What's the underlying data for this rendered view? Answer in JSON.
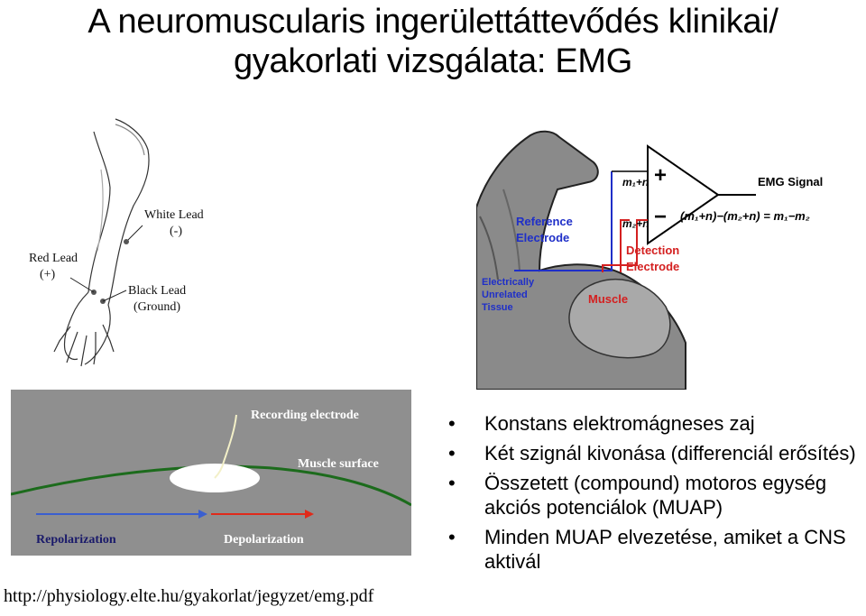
{
  "title": {
    "line1": "A neuromuscularis ingerülettáttevődés klinikai/",
    "line2": "gyakorlati vizsgálata: EMG"
  },
  "arm_figure": {
    "white_lead": "White Lead",
    "white_lead_sign": "(-)",
    "red_lead": "Red Lead",
    "red_lead_sign": "(+)",
    "black_lead": "Black Lead",
    "black_lead_sign": "(Ground)"
  },
  "emg_figure": {
    "emg_signal": "EMG Signal",
    "plus": "+",
    "minus": "−",
    "m1n": "m₁+n",
    "m2n": "m₂+n",
    "formula": "(m₁+n)−(m₂+n) = m₁−m₂",
    "reference_electrode_l1": "Reference",
    "reference_electrode_l2": "Electrode",
    "detection_electrode_l1": "Detection",
    "detection_electrode_l2": "Electrode",
    "muscle": "Muscle",
    "tissue_l1": "Electrically",
    "tissue_l2": "Unrelated",
    "tissue_l3": "Tissue",
    "colors": {
      "blue": "#1f2fc8",
      "red": "#d42020"
    }
  },
  "recording_figure": {
    "recording_electrode": "Recording electrode",
    "muscle_surface": "Muscle surface",
    "repolarization": "Repolarization",
    "depolarization": "Depolarization",
    "colors": {
      "background": "#8f8f8f",
      "repol_arrow": "#3a5fd0",
      "depol_arrow": "#e02a1a"
    }
  },
  "source_url": "http://physiology.elte.hu/gyakorlat/jegyzet/emg.pdf",
  "bullets": [
    {
      "marker": "•",
      "text": "Konstans elektromágneses zaj"
    },
    {
      "marker": "•",
      "text": "Két szignál kivonása (differenciál erősítés)"
    },
    {
      "marker": "•",
      "text": "Összetett (compound) motoros egység akciós potenciálok (MUAP)"
    },
    {
      "marker": "•",
      "text": "Minden MUAP elvezetése, amiket a CNS aktivál"
    }
  ]
}
